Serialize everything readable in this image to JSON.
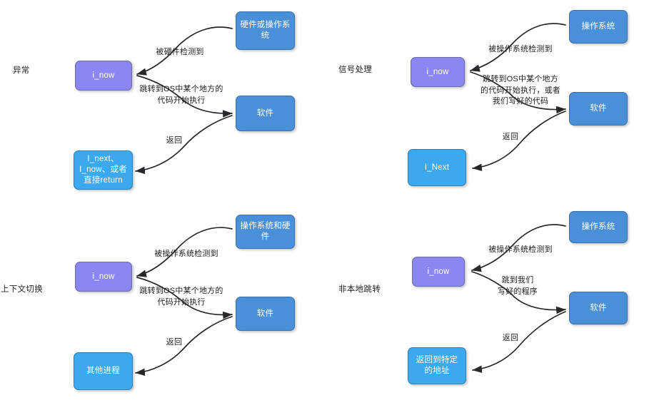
{
  "page": {
    "title": "中断与控制流转移对比图",
    "background_color": "#ffffff"
  },
  "colors": {
    "node_purple_fill": "#8a86f2",
    "node_purple_border": "#6f6aa8",
    "node_blue_dark_fill": "#4a90d9",
    "node_blue_dark_border": "#3a6fa8",
    "node_blue_light_fill": "#3aa9f0",
    "node_blue_light_border": "#2b7fb4",
    "arrow_stroke": "#27282c",
    "node_text": "#ffffff",
    "label_text": "#1d1d1d"
  },
  "quadrants": {
    "exception": {
      "caption": "异常",
      "nodes": {
        "current": "i_now",
        "source": "硬件或操作系统",
        "handler": "软件",
        "target": "I_next、\nI_now、或者\n直接return"
      },
      "edges": {
        "detect": "被硬件检测到",
        "jump": "跳转到OS中某个地方的\n代码开始执行",
        "back": "返回"
      }
    },
    "signal": {
      "caption": "信号处理",
      "nodes": {
        "current": "i_now",
        "source": "操作系统",
        "handler": "软件",
        "target": "I_Next"
      },
      "edges": {
        "detect": "被操作系统检测到",
        "jump": "跳转到OS中某个地方\n的代码开始执行，或者\n我们写好的代码",
        "back": "返回"
      }
    },
    "context_switch": {
      "caption": "上下文切换",
      "nodes": {
        "current": "i_now",
        "source": "操作系统和硬件",
        "handler": "软件",
        "target": "其他进程"
      },
      "edges": {
        "detect": "被操作系统检测到",
        "jump": "跳转到OS中某个地方的\n代码开始执行",
        "back": "返回"
      }
    },
    "nonlocal_jump": {
      "caption": "非本地跳转",
      "nodes": {
        "current": "i_now",
        "source": "操作系统",
        "handler": "软件",
        "target": "返回到特定\n的地址"
      },
      "edges": {
        "detect": "被操作系统检测到",
        "jump": "跳到我们\n写好的程序",
        "back": "返回"
      }
    }
  }
}
